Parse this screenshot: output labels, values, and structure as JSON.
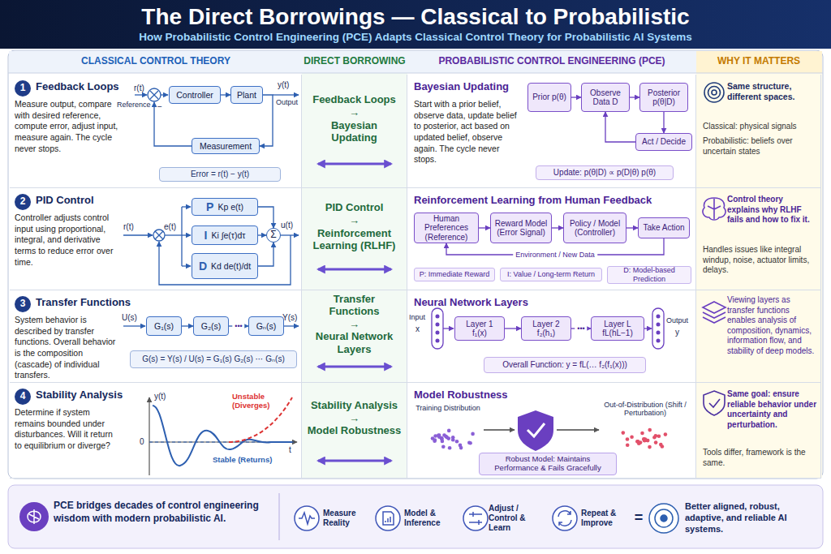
{
  "diagram": {
    "title": "The Direct Borrowings — Classical to Probabilistic",
    "caption": "How Probabilistic Control Engineering (PCE) Adapts Classical Control Theory for Probabilistic AI Systems",
    "nodes": [
      {
        "text": [
          "Feedback Loops",
          "Measure output, compare with desired reference, compute error, adjust input, measure again. The cycle never stops."
        ]
      },
      {
        "text": [
          "1"
        ],
        "in": 0
      },
      {
        "text": [
          "Controller"
        ],
        "in": 0
      },
      {
        "text": [
          "Plant"
        ],
        "in": 0
      },
      {
        "text": [
          "Measurement"
        ],
        "in": 0
      },
      {
        "text": [
          "Error = r(t) − y(t)"
        ],
        "in": 0
      },
      {
        "text": [
          "Feedback Loops",
          "→",
          "Bayesian Updating"
        ]
      },
      {
        "text": [
          "Bayesian Updating",
          "Start with a prior belief, observe data, update belief to posterior, act based on updated belief, observe again. The cycle never stops."
        ]
      },
      {
        "text": [
          "Prior p(θ)"
        ],
        "in": 7
      },
      {
        "text": [
          "Observe Data D"
        ],
        "in": 7
      },
      {
        "text": [
          "Posterior p(θ|D)"
        ],
        "in": 7
      },
      {
        "text": [
          "Act / Decide"
        ],
        "in": 7
      },
      {
        "text": [
          "Update: p(θ|D) ∝ p(D|θ) p(θ)"
        ],
        "in": 7
      },
      {
        "text": [
          "Same structure, different spaces.",
          "Classical: physical signals",
          "Probabilistic: beliefs over uncertain states"
        ]
      },
      {
        "text": [
          "PID Control",
          "Controller adjusts control input using proportional, integral, and derivative terms to reduce error over time."
        ]
      },
      {
        "text": [
          "2"
        ],
        "in": 14
      },
      {
        "text": [
          "P",
          "Kp e(t)"
        ],
        "in": 14
      },
      {
        "text": [
          "I",
          "Ki ∫e(τ)dτ"
        ],
        "in": 14
      },
      {
        "text": [
          "D",
          "Kd de(t)/dt"
        ],
        "in": 14
      },
      {
        "text": [
          "Σ"
        ],
        "in": 14
      },
      {
        "text": [
          "PID Control",
          "→",
          "Reinforcement Learning (RLHF)"
        ]
      },
      {
        "text": [
          "Reinforcement Learning from Human Feedback"
        ]
      },
      {
        "text": [
          "Human Preferences (Reference)"
        ],
        "in": 21
      },
      {
        "text": [
          "Reward Model (Error Signal)"
        ],
        "in": 21
      },
      {
        "text": [
          "Policy / Model (Controller)"
        ],
        "in": 21
      },
      {
        "text": [
          "Take Action"
        ],
        "in": 21
      },
      {
        "text": [
          "P: Immediate Reward"
        ],
        "in": 21
      },
      {
        "text": [
          "I: Value / Long-term Return"
        ],
        "in": 21
      },
      {
        "text": [
          "D: Model-based Prediction"
        ],
        "in": 21
      },
      {
        "text": [
          "Control theory explains why RLHF fails and how to fix it.",
          "Handles issues like integral windup, noise, actuator limits, delays."
        ]
      },
      {
        "text": [
          "Transfer Functions",
          "System behavior is described by transfer functions. Overall behavior is the composition (cascade) of individual transfers."
        ]
      },
      {
        "text": [
          "3"
        ],
        "in": 30
      },
      {
        "text": [
          "G₁(s)"
        ],
        "in": 30
      },
      {
        "text": [
          "G₂(s)"
        ],
        "in": 30
      },
      {
        "text": [
          "Gₙ(s)"
        ],
        "in": 30
      },
      {
        "text": [
          "G(s) = Y(s) / U(s) = G₁(s) G₂(s) ⋯ Gₙ(s)"
        ],
        "in": 30
      },
      {
        "text": [
          "Transfer Functions",
          "→",
          "Neural Network Layers"
        ]
      },
      {
        "text": [
          "Neural Network Layers"
        ]
      },
      {
        "text": [
          "Layer 1",
          "f₁(x)"
        ],
        "in": 37
      },
      {
        "text": [
          "Layer 2",
          "f₂(h₁)"
        ],
        "in": 37
      },
      {
        "text": [
          "Layer L",
          "fL(hL−1)"
        ],
        "in": 37
      },
      {
        "text": [
          "Overall Function: y = fL(… f₂(f₁(x)))"
        ],
        "in": 37
      },
      {
        "text": [
          "Viewing layers as transfer functions enables analysis of composition, dynamics, information flow, and stability of deep models."
        ]
      },
      {
        "text": [
          "Stability Analysis",
          "Determine if system remains bounded under disturbances. Will it return to equilibrium or diverge?"
        ]
      },
      {
        "text": [
          "4"
        ],
        "in": 43
      },
      {
        "text": [
          "Stability Analysis",
          "→",
          "Model Robustness"
        ]
      },
      {
        "text": [
          "Model Robustness"
        ]
      },
      {
        "text": [
          "Robust Model: Maintains Performance & Fails Gracefully"
        ],
        "in": 46
      },
      {
        "text": [
          "Same goal: ensure reliable behavior under uncertainty and perturbation.",
          "Tools differ, framework is the same."
        ]
      },
      {
        "text": [
          "PCE bridges decades of control engineering wisdom with modern probabilistic AI."
        ]
      },
      {
        "text": [
          "Measure Reality"
        ],
        "in": 49
      },
      {
        "text": [
          "Model & Inference"
        ],
        "in": 49
      },
      {
        "text": [
          "Adjust / Control & Learn"
        ],
        "in": 49
      },
      {
        "text": [
          "Repeat & Improve"
        ],
        "in": 49
      },
      {
        "text": [
          "Better aligned, robust, adaptive, and reliable AI systems."
        ],
        "in": 49
      }
    ],
    "edges": [
      {
        "from": 2,
        "to": 3,
        "arrow": "to"
      },
      {
        "from": 3,
        "to": 4,
        "arrow": "to"
      },
      {
        "from": 8,
        "to": 9,
        "arrow": "to"
      },
      {
        "from": 9,
        "to": 10,
        "arrow": "to"
      },
      {
        "from": 10,
        "to": 11,
        "arrow": "to"
      },
      {
        "from": 11,
        "to": 9,
        "arrow": "to"
      },
      {
        "from": 16,
        "to": 19,
        "arrow": "to"
      },
      {
        "from": 17,
        "to": 19,
        "arrow": "to"
      },
      {
        "from": 18,
        "to": 19,
        "arrow": "to"
      },
      {
        "from": 22,
        "to": 23,
        "arrow": "to"
      },
      {
        "from": 23,
        "to": 24,
        "arrow": "to"
      },
      {
        "from": 24,
        "to": 25,
        "arrow": "to"
      },
      {
        "from": 25,
        "to": 22,
        "label": "Environment / New Data",
        "arrow": "to"
      },
      {
        "from": 32,
        "to": 33,
        "arrow": "to"
      },
      {
        "from": 33,
        "to": 34,
        "label": "•••",
        "arrow": "to"
      },
      {
        "from": 38,
        "to": 39,
        "arrow": "to"
      },
      {
        "from": 39,
        "to": 40,
        "label": "•••",
        "arrow": "to"
      }
    ],
    "labels": [
      "CLASSICAL CONTROL THEORY",
      "DIRECT BORROWING",
      "PROBABILISTIC CONTROL ENGINEERING (PCE)",
      "WHY IT MATTERS",
      "r(t)",
      "Reference",
      "−",
      "y(t)",
      "Output",
      "r(t)",
      "e(t)",
      "u(t)",
      "U(s)",
      "Y(s)",
      "Input",
      "x",
      "Output",
      "y",
      "y(t)",
      "0",
      "t",
      "Stable (Returns)",
      "Unstable (Diverges)",
      "Training Distribution",
      "Out-of-Distribution (Shift / Perturbation)",
      "="
    ]
  }
}
